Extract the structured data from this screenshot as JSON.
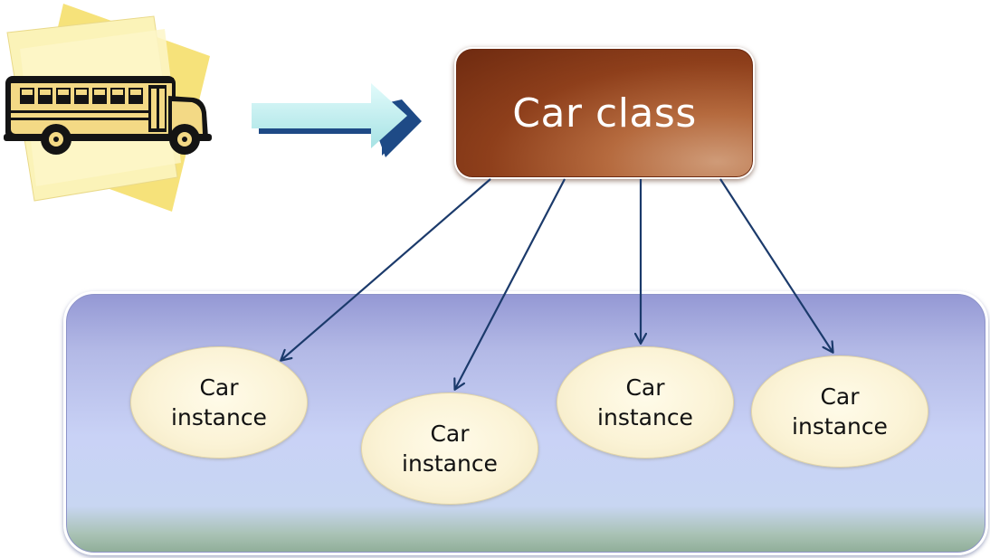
{
  "class_box": {
    "label": "Car class",
    "color": "#8e3f1b"
  },
  "instances": [
    {
      "line1": "Car",
      "line2": "instance"
    },
    {
      "line1": "Car",
      "line2": "instance"
    },
    {
      "line1": "Car",
      "line2": "instance"
    },
    {
      "line1": "Car",
      "line2": "instance"
    }
  ],
  "colors": {
    "connector": "#1b3a6b",
    "pool": "#c9d2f6",
    "instance_fill": "#fbf3d6",
    "block_arrow": "#bff0f0"
  },
  "icons": {
    "clipart": "school-bus-icon",
    "pointer": "block-arrow-right-icon"
  }
}
